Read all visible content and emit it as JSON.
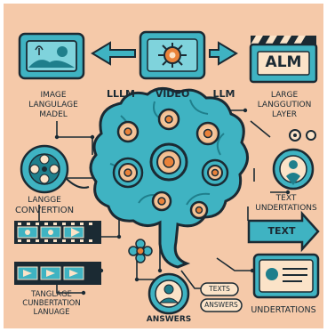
{
  "labels": {
    "image_language_model": [
      "IMAGE",
      "LANGULAGE",
      "MADEL"
    ],
    "lllm_left": "LLLM",
    "video": "VIDEO",
    "llm_right": "LLM",
    "large_language_layer": [
      "LARGE",
      "LANGGUTION",
      "LAYER"
    ],
    "alm": "ALM",
    "language_convertion": [
      "LANGGE",
      "CONVERTION"
    ],
    "text_understand": [
      "TEXT",
      "UNDERTATIONS"
    ],
    "text_arrow": "TEXT",
    "tanglage_conversion": [
      "TANGLAGE",
      "CUNBERTATION",
      "LANUAGE"
    ],
    "answers": "ANSWERS",
    "texts_tag": "TEXTS",
    "answers_tag": "ANSWERS",
    "undertations": "UNDERTATIONS"
  },
  "colors": {
    "background": "#f5c9a9",
    "teal": "#3fb3c2",
    "teal_dark": "#1f7f8c",
    "outline": "#1b2a33",
    "orange": "#e9823a",
    "cream": "#fbe3c8"
  },
  "icons": [
    "image-frame-icon",
    "gear-icon",
    "clapperboard-icon",
    "film-reel-icon",
    "user-pin-icon",
    "film-strip-icon",
    "flower-gear-icon",
    "user-avatar-icon",
    "id-card-icon",
    "brain-icon"
  ]
}
